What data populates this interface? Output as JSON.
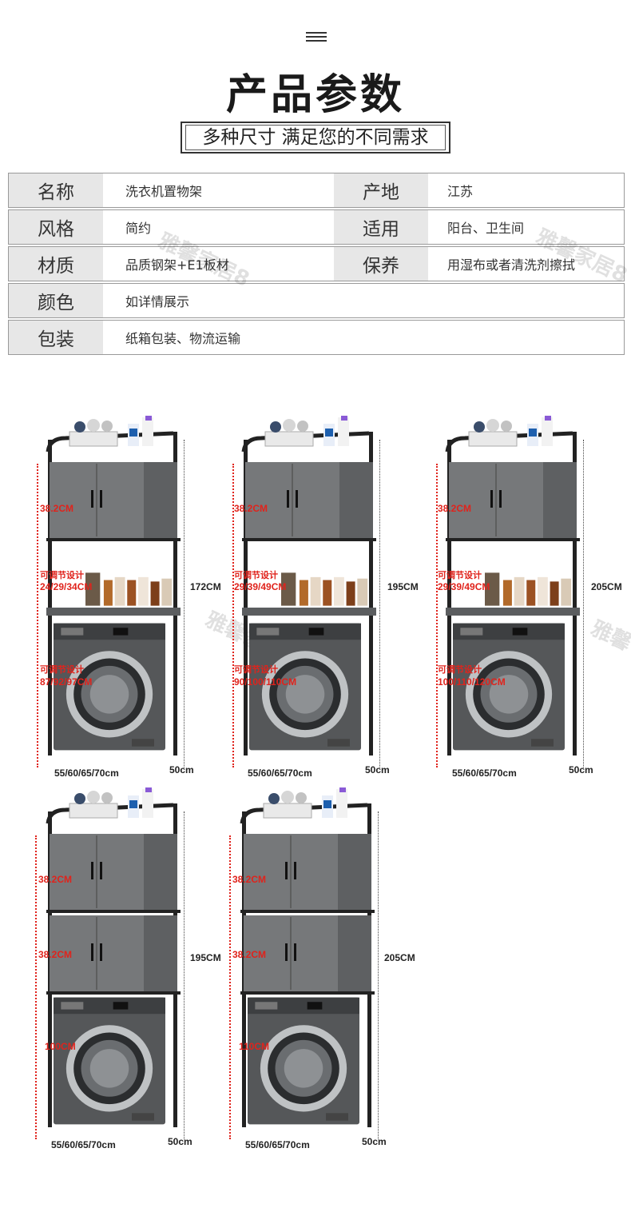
{
  "header": {
    "title": "产品参数",
    "subtitle": "多种尺寸 满足您的不同需求"
  },
  "spec_rows": [
    {
      "label_left": "名称",
      "value_left": "洗衣机置物架",
      "label_right": "产地",
      "value_right": "江苏"
    },
    {
      "label_left": "风格",
      "value_left": "简约",
      "label_right": "适用",
      "value_right": "阳台、卫生间"
    },
    {
      "label_left": "材质",
      "value_left": "品质钢架+E1板材",
      "label_right": "保养",
      "value_right": "用湿布或者清洗剂擦拭"
    },
    {
      "label_left": "颜色",
      "value_left": "如详情展示"
    },
    {
      "label_left": "包装",
      "value_left": "纸箱包装、物流运输"
    }
  ],
  "watermarks": [
    "雅馨家居8",
    "雅馨家居8",
    "雅馨家居",
    "雅馨"
  ],
  "products": [
    {
      "top_height": "38.2CM",
      "adjust_label_1": "可调节设计",
      "mid_range": "24/29/34CM",
      "adjust_label_2": "可调节设计",
      "bottom_range": "87/92/97CM",
      "total_height": "172CM",
      "width": "55/60/65/70cm",
      "depth": "50cm"
    },
    {
      "top_height": "38.2CM",
      "adjust_label_1": "可调节设计",
      "mid_range": "29/39/49CM",
      "adjust_label_2": "可调节设计",
      "bottom_range": "90/100/110CM",
      "total_height": "195CM",
      "width": "55/60/65/70cm",
      "depth": "50cm"
    },
    {
      "top_height": "38.2CM",
      "adjust_label_1": "可调节设计",
      "mid_range": "29/39/49CM",
      "adjust_label_2": "可调节设计",
      "bottom_range": "100/110/120CM",
      "total_height": "205CM",
      "width": "55/60/65/70cm",
      "depth": "50cm"
    },
    {
      "top_height": "38.2CM",
      "mid_height": "38.2CM",
      "bottom_height": "100CM",
      "total_height": "195CM",
      "width": "55/60/65/70cm",
      "depth": "50cm"
    },
    {
      "top_height": "38.2CM",
      "mid_height": "38.2CM",
      "bottom_height": "110CM",
      "total_height": "205CM",
      "width": "55/60/65/70cm",
      "depth": "50cm"
    }
  ]
}
